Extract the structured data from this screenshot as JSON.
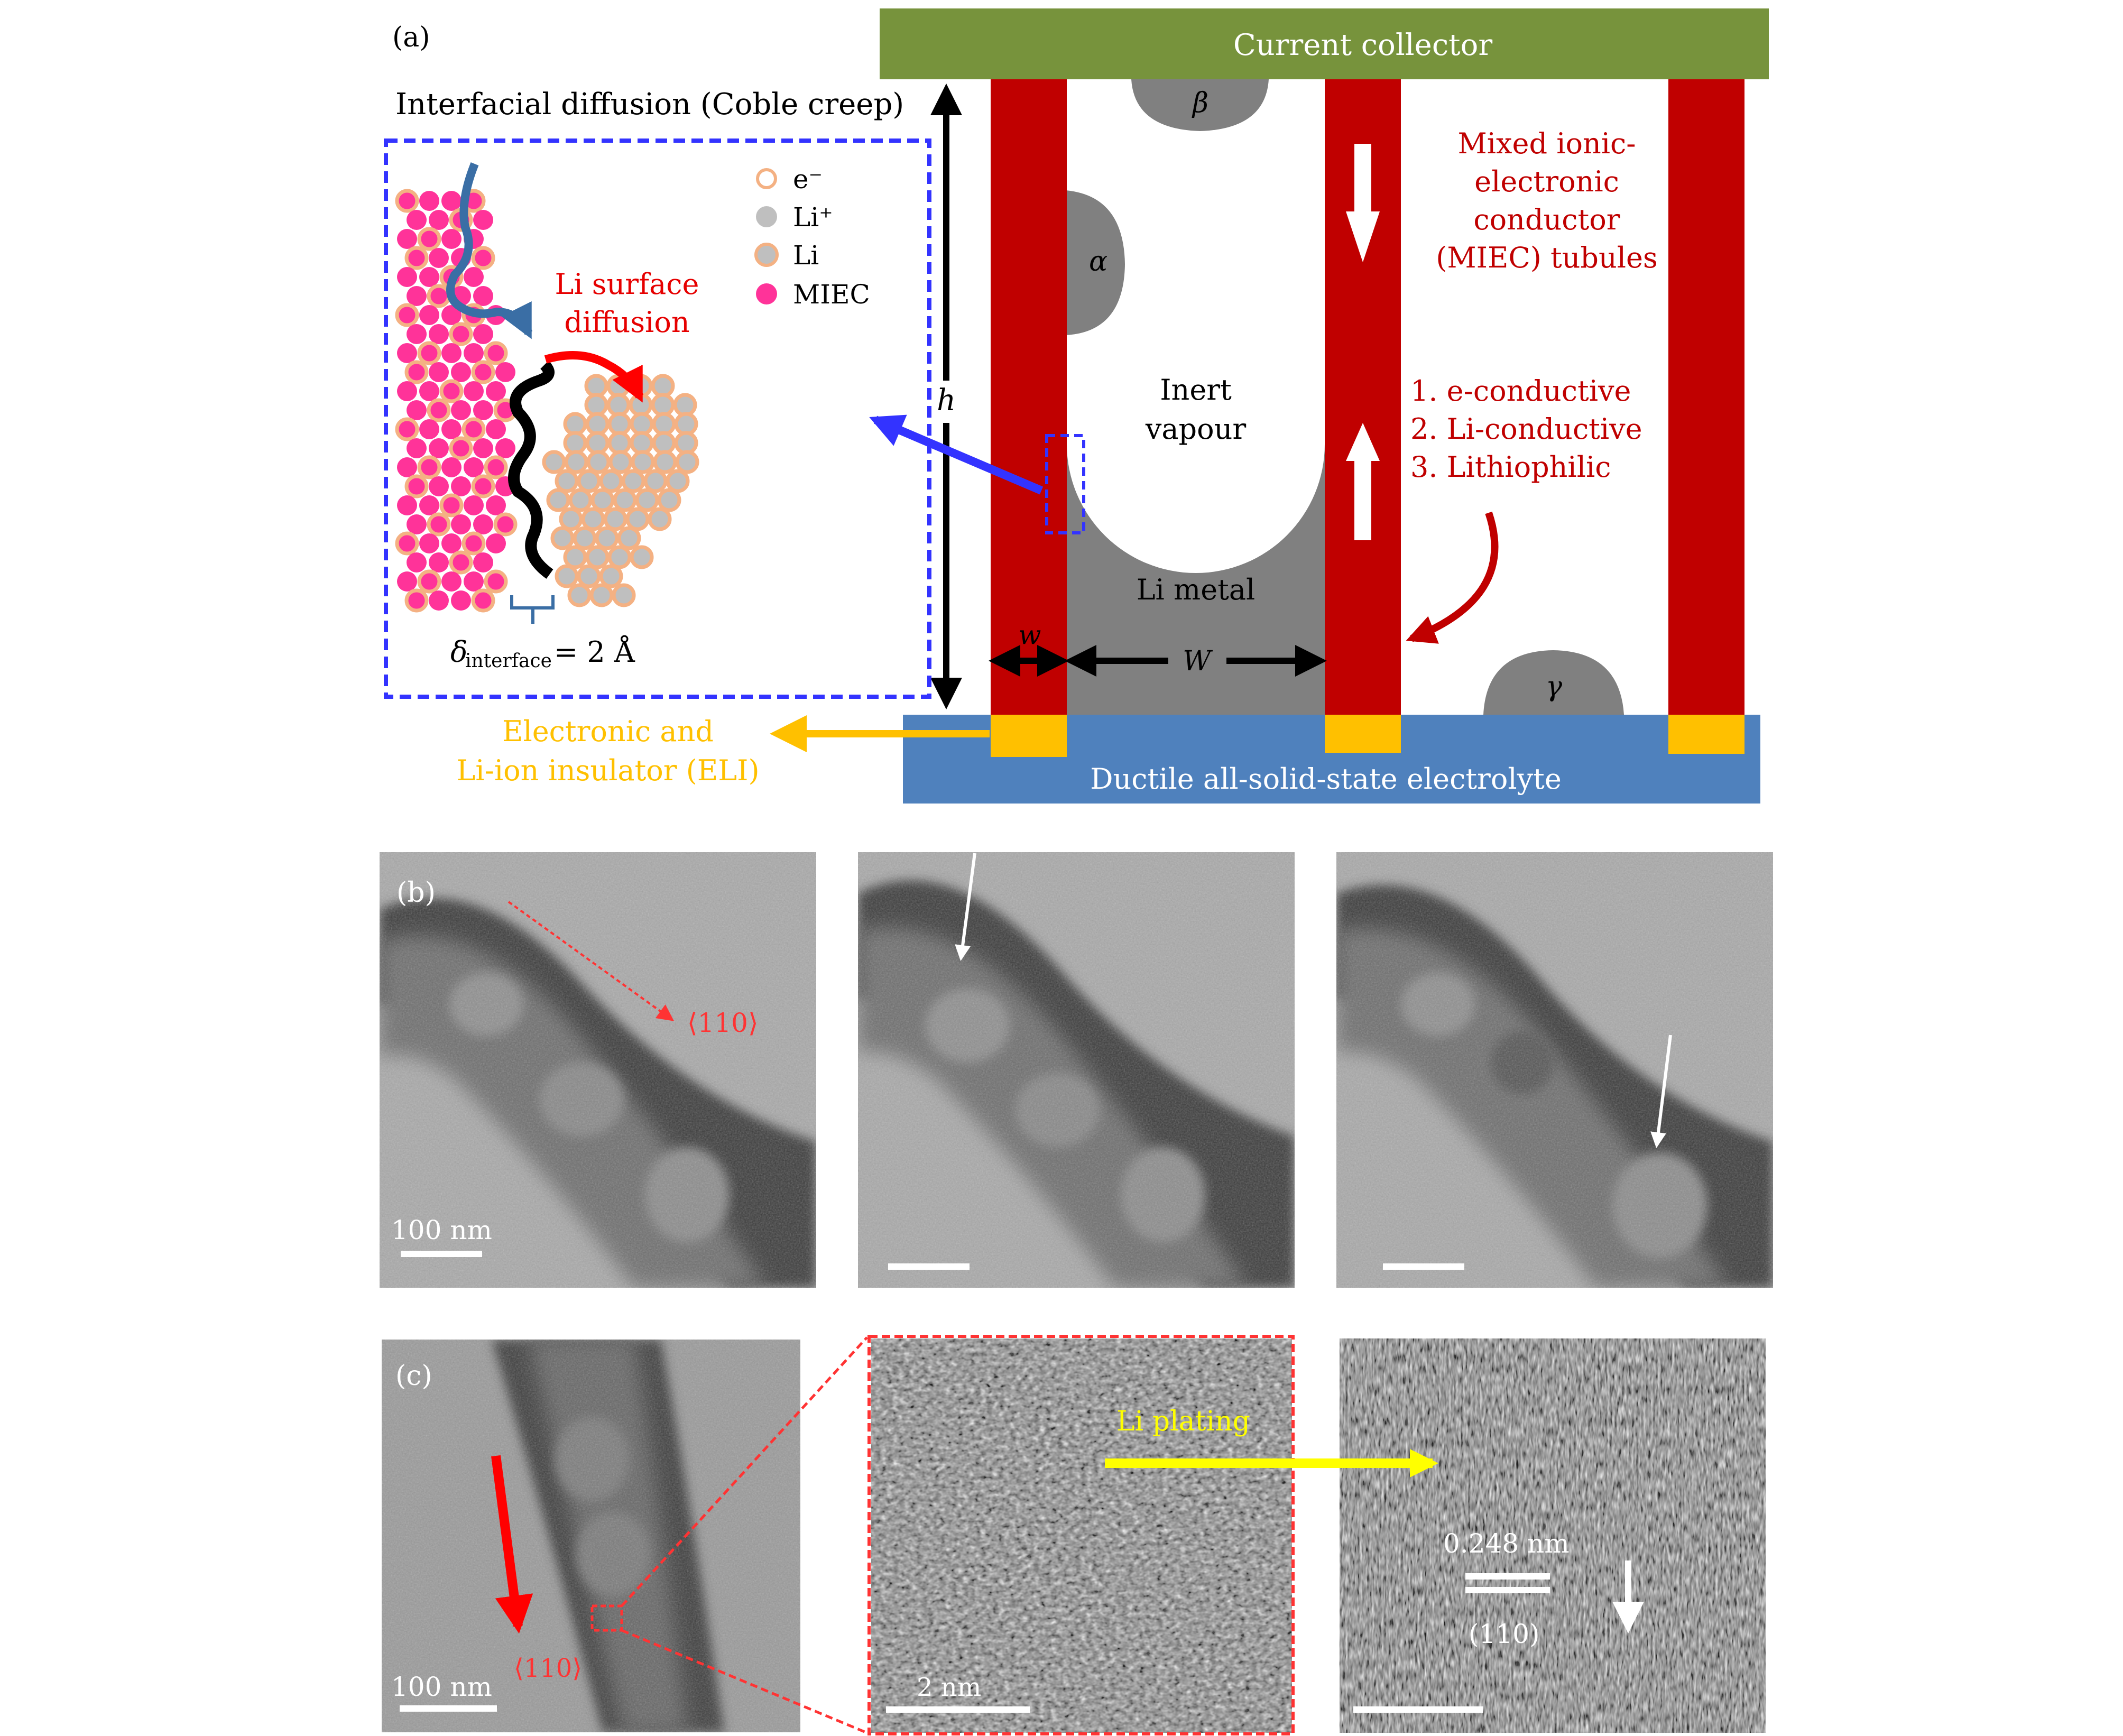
{
  "panel_a": {
    "label": "(a)",
    "current_collector": "Current collector",
    "electrolyte": "Ductile all-solid-state electrolyte",
    "interfacial_title": "Interfacial diffusion (Coble creep)",
    "legend": [
      {
        "symbol": "open-circle",
        "label": "e⁻",
        "color": "#f4b183"
      },
      {
        "symbol": "gray-circle",
        "label": "Li⁺",
        "color": "#bfbfbf"
      },
      {
        "symbol": "li-circle",
        "label": "Li",
        "color": "#f4b183"
      },
      {
        "symbol": "pink-circle",
        "label": "MIEC",
        "color": "#ff3399"
      }
    ],
    "surface_diffusion": [
      "Li surface",
      "diffusion"
    ],
    "delta_label": "δ",
    "delta_sub": "interface",
    "delta_value": "= 2 Å",
    "eli_label": [
      "Electronic and",
      "Li-ion insulator (ELI)"
    ],
    "h_label": "h",
    "w_label": "w",
    "W_label": "W",
    "alpha": "α",
    "beta": "β",
    "gamma": "γ",
    "inert_vapour": [
      "Inert",
      "vapour"
    ],
    "li_metal": "Li metal",
    "miec_title": [
      "Mixed ionic-",
      "electronic",
      "conductor",
      "(MIEC) tubules"
    ],
    "properties": [
      "1. e-conductive",
      "2. Li-conductive",
      "3. Lithiophilic"
    ],
    "colors": {
      "collector": "#77933c",
      "electrolyte": "#4f81bd",
      "tubule": "#c00000",
      "eli": "#ffc000",
      "li_metal": "#808080",
      "inset_border": "#3333ff",
      "red_text": "#c00000",
      "eli_text": "#ffc000"
    }
  },
  "panel_b": {
    "label": "(b)",
    "direction": "⟨110⟩",
    "scale_bar": "100 nm"
  },
  "panel_c": {
    "label": "(c)",
    "direction": "⟨110⟩",
    "scale_bar_left": "100 nm",
    "scale_bar_mid": "2 nm",
    "li_plating": "Li plating",
    "d_spacing": "0.248 nm",
    "plane": "(110)"
  }
}
